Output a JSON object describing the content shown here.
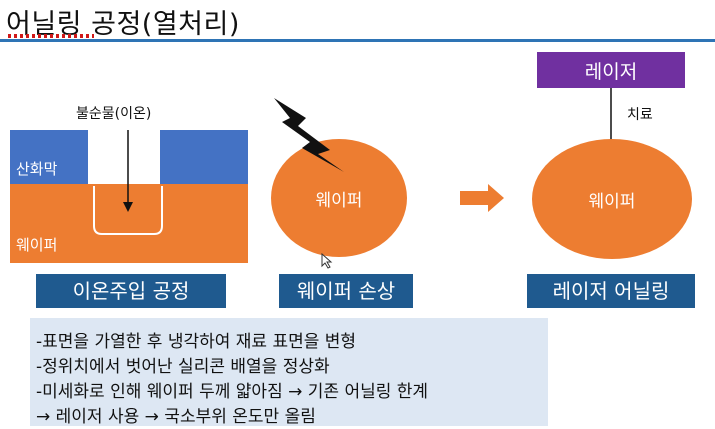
{
  "title": "어닐링 공정(열처리)",
  "implant": {
    "impurity_label": "불순물(이온)",
    "oxide_label": "산화막",
    "wafer_label": "웨이퍼",
    "caption": "이온주입 공정"
  },
  "damage": {
    "wafer_label": "웨이퍼",
    "caption": "웨이퍼 손상"
  },
  "laser_anneal": {
    "laser_box": "레이저",
    "treat_label": "치료",
    "wafer_label": "웨이퍼",
    "caption": "레이저 어닐링"
  },
  "notes": [
    "-표면을 가열한 후 냉각하여 재료 표면을 변형",
    "-정위치에서 벗어난 실리콘 배열을 정상화",
    "-미세화로 인해 웨이퍼 두께 얇아짐 → 기존 어닐링 한계",
    "→ 레이저 사용 → 국소부위 온도만 올림"
  ],
  "colors": {
    "wafer": "#ed7d31",
    "oxide": "#4472c4",
    "caption_bg": "#1f5a8f",
    "laser_box": "#7030a0",
    "notes_bg": "#dde7f3",
    "title_rule": "#2e74b5"
  }
}
